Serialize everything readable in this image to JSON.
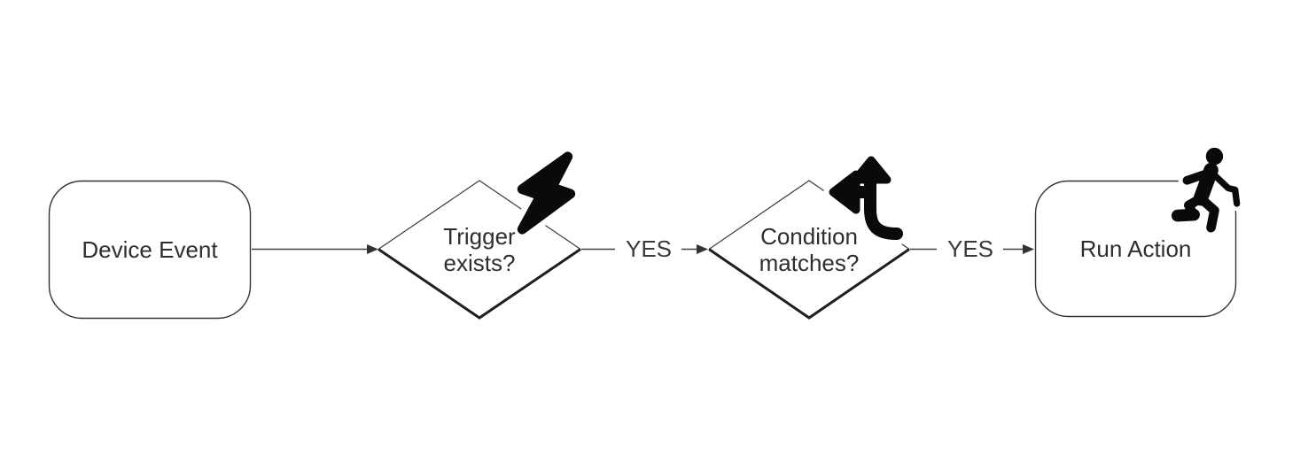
{
  "diagram": {
    "background_color": "#ffffff",
    "node_fill_color": "#ffffff",
    "node_border_color": "#333333",
    "edge_color": "#404040",
    "icon_color": "#0a0a0a",
    "text_color": "#2e2e2e",
    "nodes": [
      {
        "id": "device-event",
        "type": "rounded-rect",
        "label": "Device Event"
      },
      {
        "id": "trigger-exists",
        "type": "decision-diamond",
        "label_line1": "Trigger",
        "label_line2": "exists?",
        "icon": "lightning-bolt-icon"
      },
      {
        "id": "condition-matches",
        "type": "decision-diamond",
        "label_line1": "Condition",
        "label_line2": "matches?",
        "icon": "split-arrows-icon"
      },
      {
        "id": "run-action",
        "type": "rounded-rect",
        "label": "Run Action",
        "icon": "person-running-icon"
      }
    ],
    "edges": [
      {
        "from": "device-event",
        "to": "trigger-exists",
        "label": ""
      },
      {
        "from": "trigger-exists",
        "to": "condition-matches",
        "label": "YES"
      },
      {
        "from": "condition-matches",
        "to": "run-action",
        "label": "YES"
      }
    ]
  }
}
